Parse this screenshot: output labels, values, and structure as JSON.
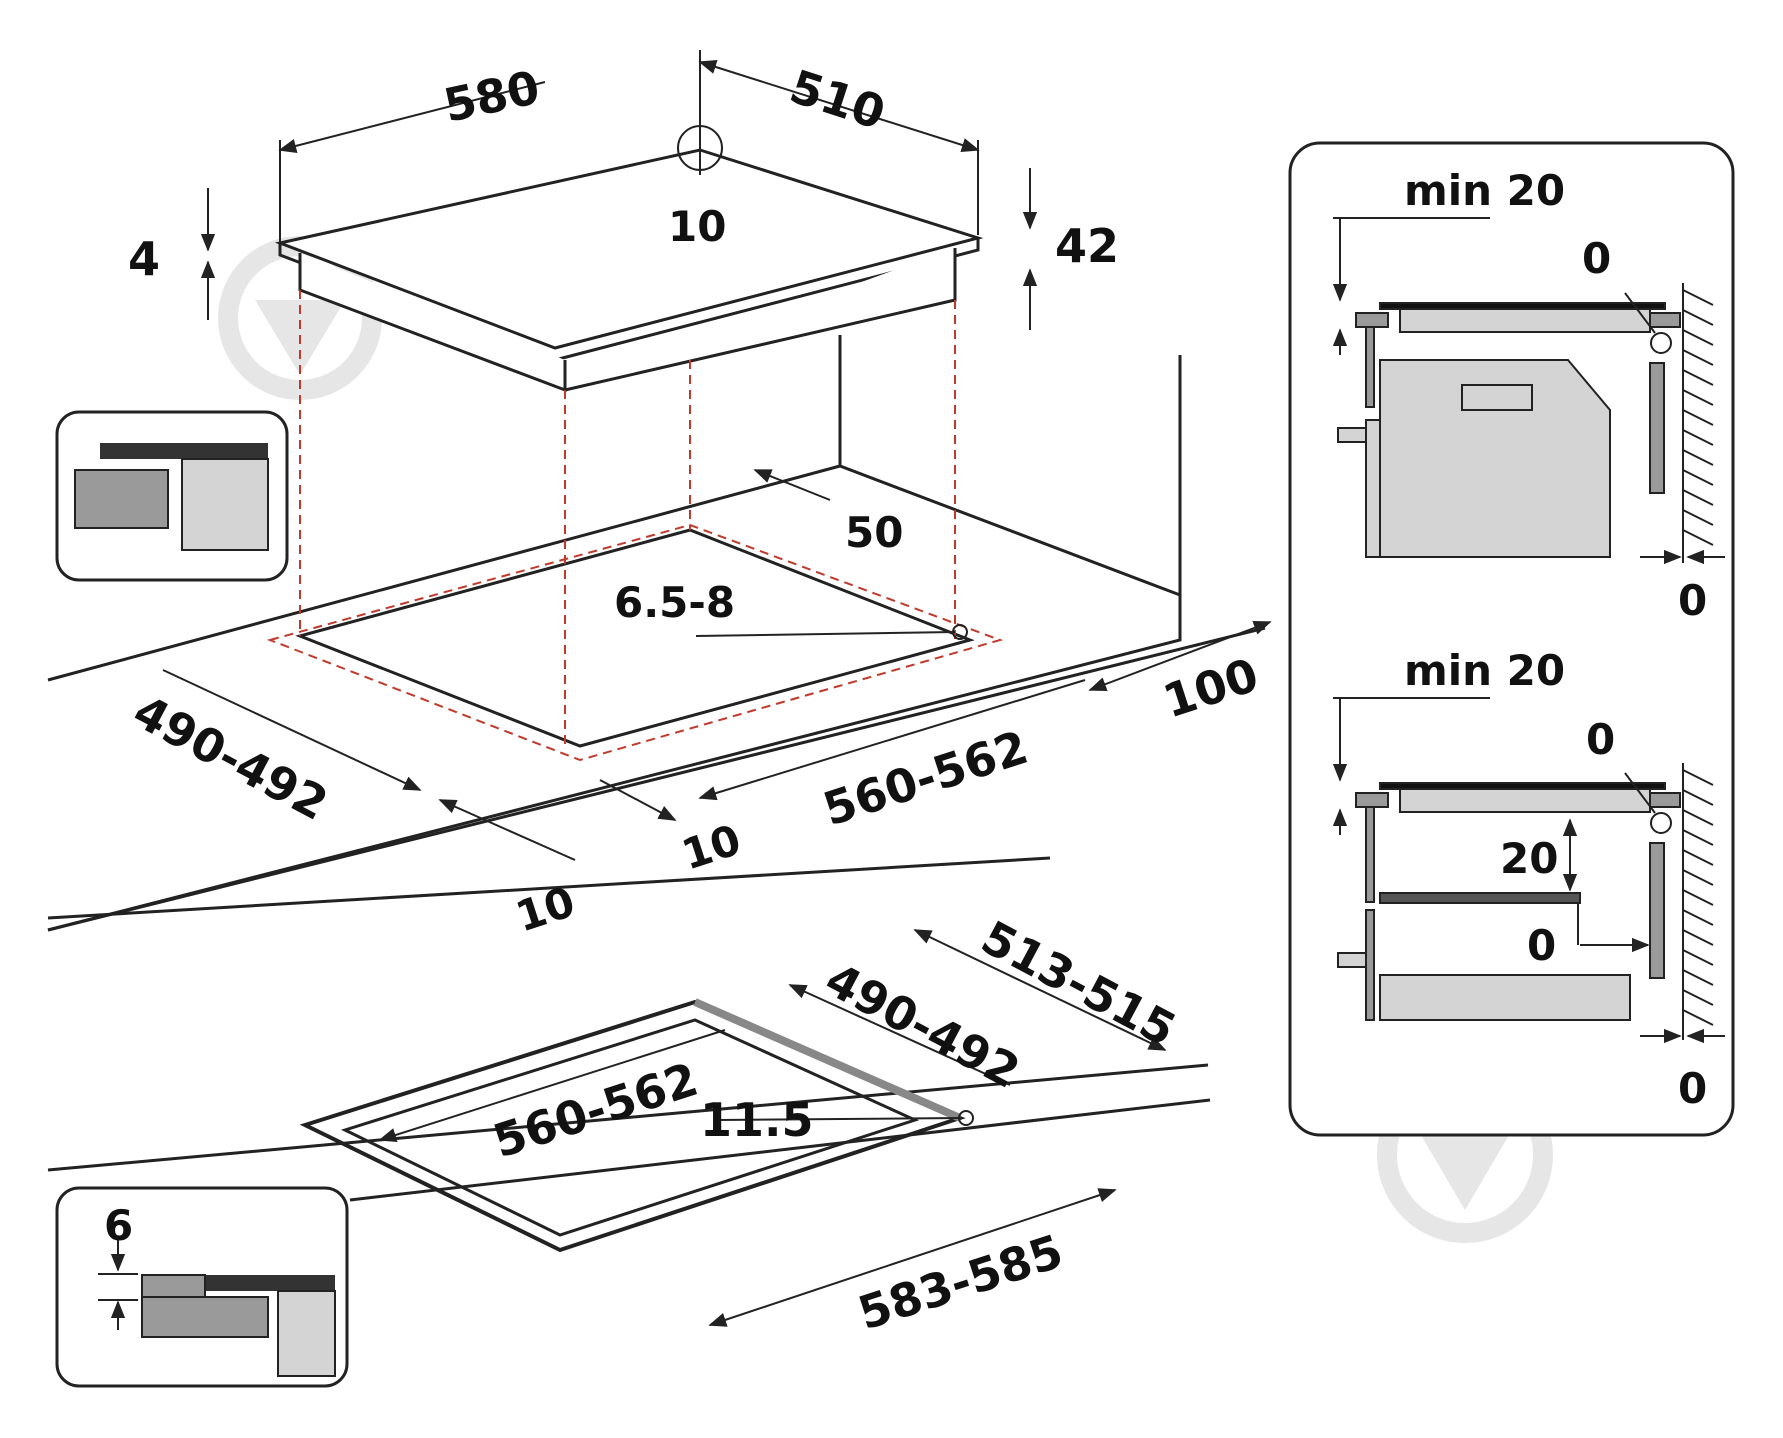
{
  "colors": {
    "line": "#222222",
    "cutout_dashed": "#c0392b",
    "panel_gray": "#9a9a9a",
    "panel_light": "#d4d4d4",
    "panel_dark": "#333333",
    "watermark": "#e6e6e6"
  },
  "icons": [
    "hob-watermark-icon",
    "install-flush-inset-icon",
    "install-recessed-inset-icon"
  ],
  "top_view": {
    "hob_width": "580",
    "hob_depth": "510",
    "corner_radius": "10",
    "glass_thickness": "4",
    "hob_height": "42",
    "cutout_depth": "490-492",
    "cutout_width": "560-562",
    "cutout_corner_radius": "6.5-8",
    "rear_distance": "50",
    "wall_distance": "100",
    "front_margin_left": "10",
    "front_margin_right": "10"
  },
  "flush_view": {
    "recess_depth": "513-515",
    "cutout_depth": "490-492",
    "cutout_width": "560-562",
    "recess_corner_radius": "11.5",
    "recess_width": "583-585",
    "recess_height": "6"
  },
  "side_oven": {
    "min_label": "min 20",
    "top_gap": "0",
    "wall_gap": "0"
  },
  "side_drawer": {
    "min_label": "min 20",
    "top_gap": "0",
    "drawer_clearance": "20",
    "drawer_gap": "0",
    "wall_gap": "0"
  }
}
